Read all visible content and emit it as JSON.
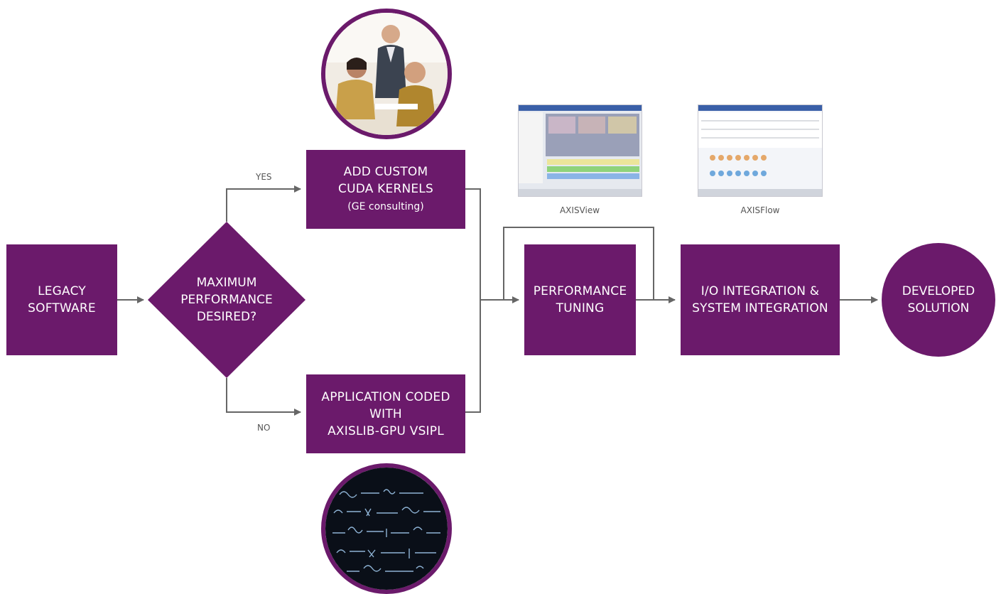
{
  "colors": {
    "node_fill": "#6b1a6b",
    "edge": "#666666",
    "label": "#555555"
  },
  "nodes": {
    "legacy": {
      "lines": [
        "LEGACY",
        "SOFTWARE"
      ]
    },
    "decision": {
      "lines": [
        "MAXIMUM",
        "PERFORMANCE",
        "DESIRED?"
      ]
    },
    "custom": {
      "lines": [
        "ADD CUSTOM",
        "CUDA KERNELS"
      ],
      "sub": "(GE consulting)"
    },
    "coded": {
      "lines": [
        "APPLICATION CODED",
        "WITH",
        "AXISLIB-GPU VSIPL"
      ]
    },
    "tuning": {
      "lines": [
        "PERFORMANCE",
        "TUNING"
      ]
    },
    "integration": {
      "lines": [
        "I/O INTEGRATION &",
        "SYSTEM INTEGRATION"
      ]
    },
    "solution": {
      "lines": [
        "DEVELOPED",
        "SOLUTION"
      ]
    }
  },
  "edge_labels": {
    "yes": "YES",
    "no": "NO"
  },
  "captions": {
    "axisview": "AXISView",
    "axisflow": "AXISFlow"
  },
  "images": {
    "top_photo": "people-meeting-photo",
    "bottom_photo": "equations-chalkboard-photo",
    "axisview_shot": "axisview-screenshot",
    "axisflow_shot": "axisflow-screenshot"
  }
}
